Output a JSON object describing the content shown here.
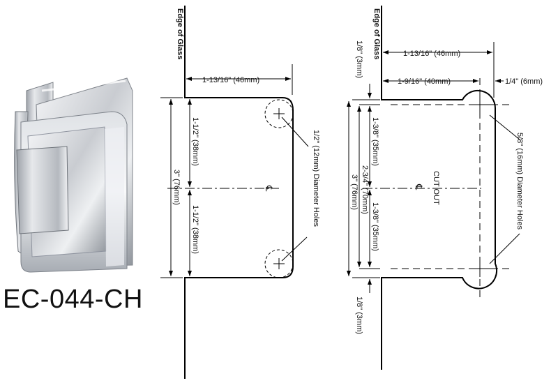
{
  "product": {
    "model": "EC-044-CH",
    "photo_icon": "chrome-glass-hinge-photo"
  },
  "diagram_left": {
    "edge_label": "Edge of Glass",
    "width_label": "1-13/16\" (46mm)",
    "upper_half_label": "1-1/2\" (38mm)",
    "lower_half_label": "1-1/2\" (38mm)",
    "total_height_label": "3\" (76mm)",
    "holes_label": "1/2\" (12mm) Diameter Holes",
    "centerline_symbol": "℄"
  },
  "diagram_right": {
    "edge_label": "Edge of Glass",
    "total_width_label": "1-13/16\" (46mm)",
    "inner_width_label": "1-9/16\" (40mm)",
    "notch_label": "1/4\" (6mm)",
    "top_gap_label": "1/8\" (3mm)",
    "bottom_gap_label": "1/8\" (3mm)",
    "upper_half_label": "1-3/8\" (35mm)",
    "lower_half_label": "1-3/8\" (35mm)",
    "cutout_height_label": "2-3/4\" (70mm)",
    "total_height_label": "3\" (76mm)",
    "cutout_label": "CUT OUT",
    "holes_label": "5/8\" (16mm) Diameter Holes",
    "centerline_symbol": "℄"
  }
}
